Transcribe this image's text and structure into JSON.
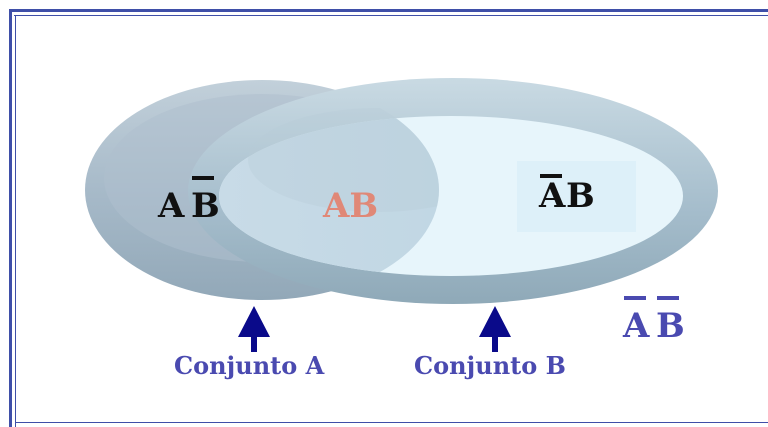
{
  "colors": {
    "frame": "#3f4fa8",
    "label_dark": "#111111",
    "label_intersection": "#e08877",
    "label_outside": "#4a4ab0",
    "arrow": "#0a0a8a",
    "caption": "#4a4ab0",
    "set_a_fill": "#a9bccb",
    "set_b_rim": "#9fb8c6",
    "set_b_inner": "#e6f5fb"
  },
  "regions": {
    "a_only": {
      "letter1": "A",
      "letter2": "B",
      "overbar_on": "B"
    },
    "intersection": {
      "text": "AB"
    },
    "b_only": {
      "letter1": "A",
      "letter2": "B",
      "overbar_on": "A"
    },
    "outside": {
      "letter1": "A",
      "letter2": "B",
      "overbar_on": "both"
    }
  },
  "captions": {
    "set_a": "Conjunto A",
    "set_b": "Conjunto B"
  },
  "icons": {
    "arrow_a": "arrow-up-icon",
    "arrow_b": "arrow-up-icon"
  }
}
